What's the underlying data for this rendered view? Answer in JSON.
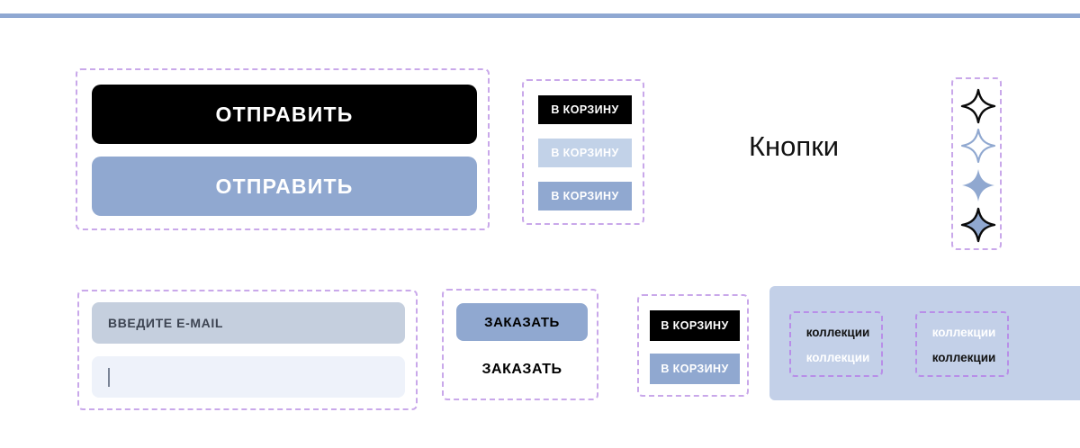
{
  "page": {
    "title": "Кнопки",
    "divider": "top-rule"
  },
  "colors": {
    "background": "#ffffff",
    "rule_blue": "#8fa8d2",
    "accent_blue": "#90a8d0",
    "light_blue": "#c2d2e8",
    "panel_blue": "#c3d0e8",
    "field_grey_blue": "#c5cfde",
    "field_pale": "#eef2fa",
    "dashed_purple": "#c9a8ea",
    "black": "#000000",
    "white": "#ffffff",
    "placeholder_text": "#3d4452"
  },
  "submit_group": {
    "name": "Отправить buttons",
    "buttons": [
      {
        "label": "ОТПРАВИТЬ",
        "style": "dark"
      },
      {
        "label": "ОТПРАВИТЬ",
        "style": "blue"
      }
    ]
  },
  "cart_chip_group": {
    "name": "В корзину chips",
    "buttons": [
      {
        "label": "В КОРЗИНУ",
        "style": "dark"
      },
      {
        "label": "В КОРЗИНУ",
        "style": "light-blue"
      },
      {
        "label": "В КОРЗИНУ",
        "style": "blue"
      }
    ]
  },
  "sparkles": {
    "name": "Sparkle icons",
    "items": [
      {
        "icon": "sparkle-icon",
        "variant": "outline-black"
      },
      {
        "icon": "sparkle-icon",
        "variant": "outline-blue"
      },
      {
        "icon": "sparkle-icon",
        "variant": "filled-blue"
      },
      {
        "icon": "sparkle-icon",
        "variant": "filled-blue-outline-black"
      }
    ]
  },
  "email_group": {
    "name": "E-mail fields",
    "placeholder_field": {
      "value": "ВВЕДИТЕ E-MAIL",
      "state": "placeholder"
    },
    "active_field": {
      "value": "",
      "state": "focused-empty-caret"
    }
  },
  "order_group": {
    "name": "Заказать buttons",
    "filled": {
      "label": "ЗАКАЗАТЬ",
      "style": "blue-fill-black-text"
    },
    "plain": {
      "label": "ЗАКАЗАТЬ",
      "style": "text-only-black"
    }
  },
  "cart_wide_group": {
    "name": "В корзину buttons",
    "buttons": [
      {
        "label": "В КОРЗИНУ",
        "style": "dark"
      },
      {
        "label": "В КОРЗИНУ",
        "style": "blue"
      }
    ]
  },
  "collections_panel": {
    "name": "Коллекции samples on blue panel",
    "left_box": {
      "row1": "коллекции",
      "row2": "коллекции"
    },
    "right_box": {
      "row1": "коллекции",
      "row2": "коллекции"
    }
  }
}
